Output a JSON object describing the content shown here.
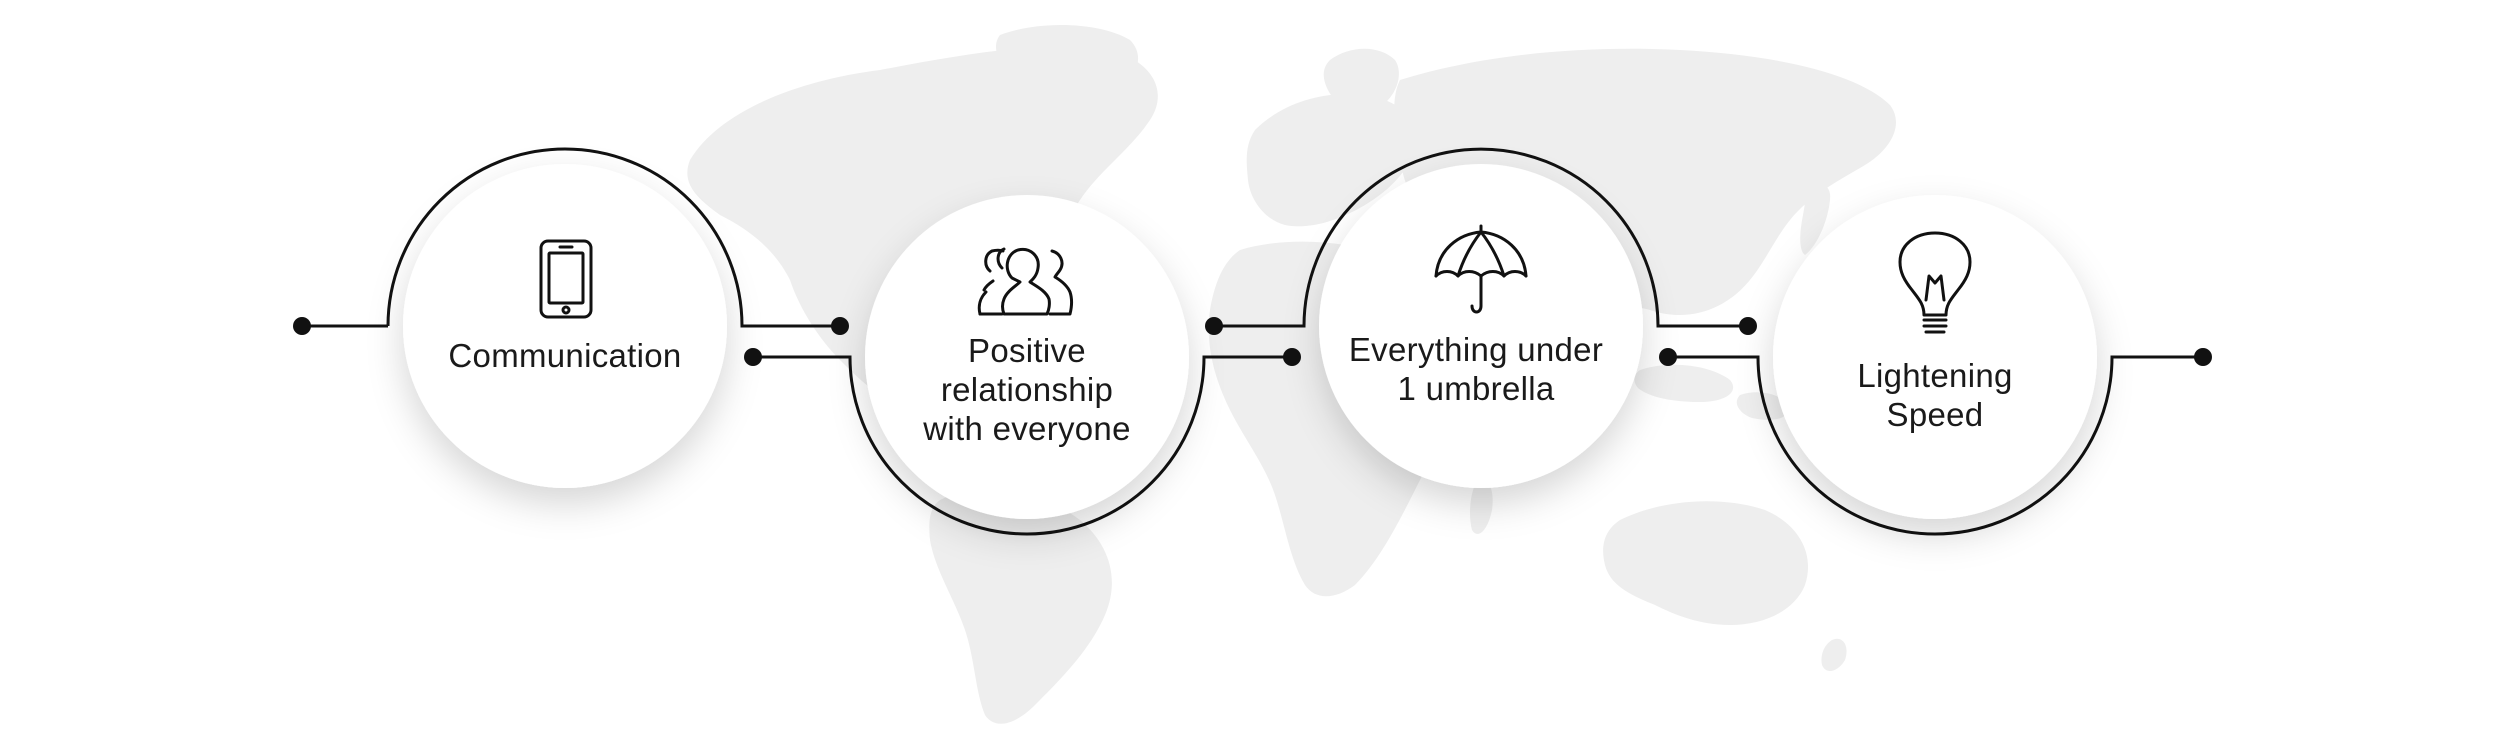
{
  "steps": [
    {
      "label_lines": [
        "Communication"
      ],
      "icon": "smartphone-icon"
    },
    {
      "label_lines": [
        "Positive",
        "relationship",
        "with everyone"
      ],
      "icon": "group-of-people-icon"
    },
    {
      "label_lines": [
        "Everything under",
        "1 umbrella"
      ],
      "icon": "umbrella-icon"
    },
    {
      "label_lines": [
        "Lightening",
        "Speed"
      ],
      "icon": "light-bulb-icon"
    }
  ],
  "colors": {
    "background": "#ffffff",
    "map": "#eeeeee",
    "circle_fill": "#ffffff",
    "line": "#111111",
    "text": "#1a1a1a"
  }
}
